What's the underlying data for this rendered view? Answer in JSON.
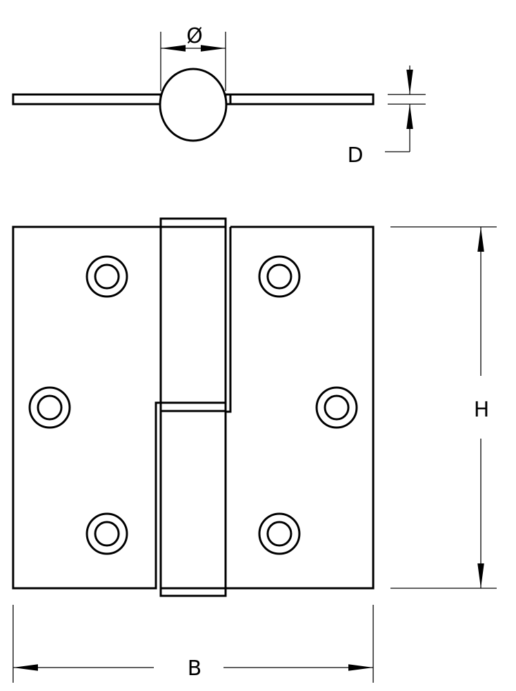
{
  "labels": {
    "diameter": "Ø",
    "thickness": "D",
    "height": "H",
    "width": "B"
  },
  "colors": {
    "line": "#000000",
    "background": "#ffffff"
  }
}
